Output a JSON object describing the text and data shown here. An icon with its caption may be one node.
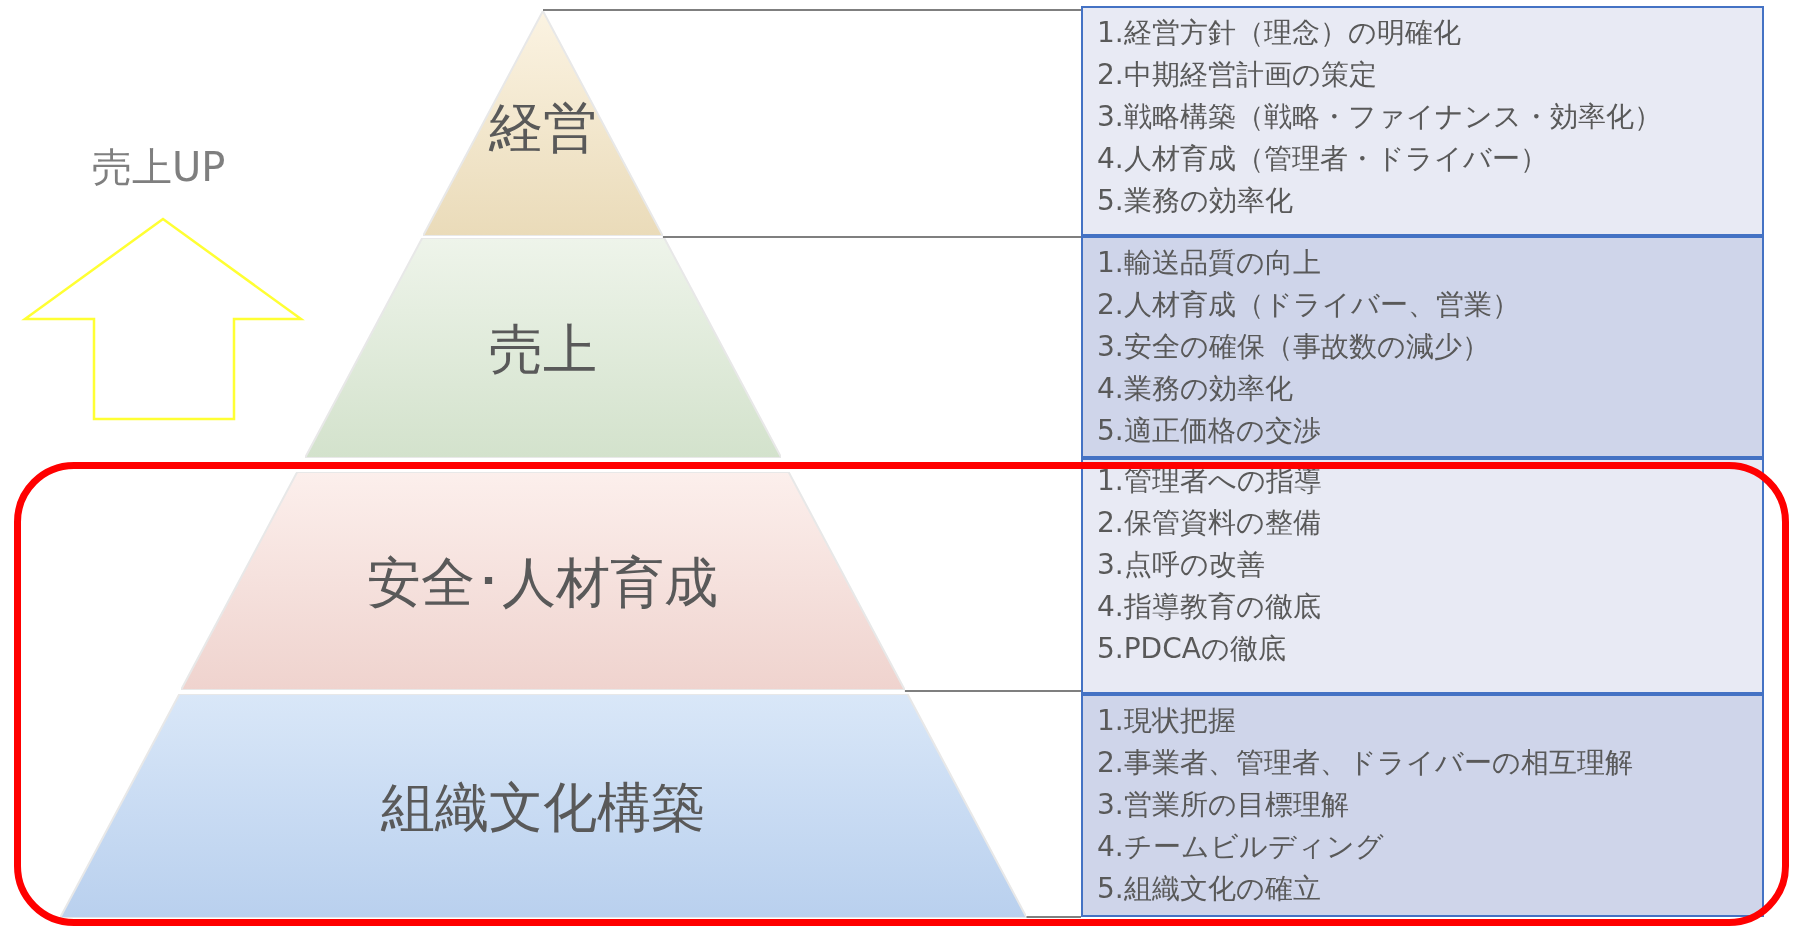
{
  "diagram": {
    "nodes": [
      {
        "text": [
          "経営"
        ]
      },
      {
        "text": [
          "売上"
        ]
      },
      {
        "text": [
          "安全･人材育成"
        ]
      },
      {
        "text": [
          "組織文化構築"
        ]
      },
      {
        "text": [
          "1.経営方針（理念）の明確化",
          "2.中期経営計画の策定",
          "3.戦略構築（戦略・ファイナンス・効率化）",
          "4.人材育成（管理者・ドライバー）",
          "5.業務の効率化"
        ]
      },
      {
        "text": [
          "1.輸送品質の向上",
          "2.人材育成（ドライバー、営業）",
          "3.安全の確保（事故数の減少）",
          "4.業務の効率化",
          "5.適正価格の交渉"
        ]
      },
      {
        "text": [
          "1.管理者への指導",
          "2.保管資料の整備",
          "3.点呼の改善",
          "4.指導教育の徹底",
          "5.PDCAの徹底"
        ]
      },
      {
        "text": [
          "1.現状把握",
          "2.事業者、管理者、ドライバーの相互理解",
          "3.営業所の目標理解",
          "4.チームビルディング",
          "5.組織文化の確立"
        ]
      }
    ],
    "edges": [
      {
        "from": 0,
        "to": 4,
        "arrow": "none"
      },
      {
        "from": 0,
        "to": 5,
        "arrow": "none"
      },
      {
        "from": 2,
        "to": 7,
        "arrow": "none"
      },
      {
        "from": 3,
        "to": 7,
        "arrow": "none"
      }
    ],
    "labels": [
      "売上UP"
    ]
  }
}
